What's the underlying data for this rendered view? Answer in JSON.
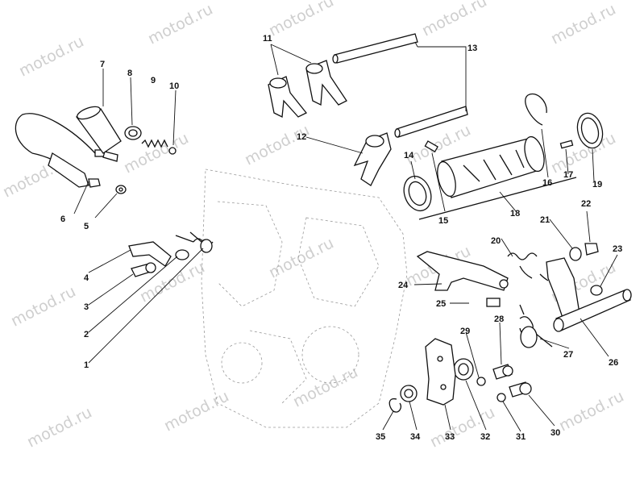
{
  "watermark": "motod.ru",
  "callouts": [
    "1",
    "2",
    "3",
    "4",
    "5",
    "6",
    "7",
    "8",
    "9",
    "10",
    "11",
    "12",
    "13",
    "14",
    "15",
    "16",
    "17",
    "18",
    "19",
    "20",
    "21",
    "22",
    "23",
    "24",
    "25",
    "26",
    "27",
    "28",
    "29",
    "30",
    "31",
    "32",
    "33",
    "34",
    "35"
  ],
  "colors": {
    "line": "#111111",
    "watermark": "#cfcfcf",
    "background": "#ffffff"
  }
}
